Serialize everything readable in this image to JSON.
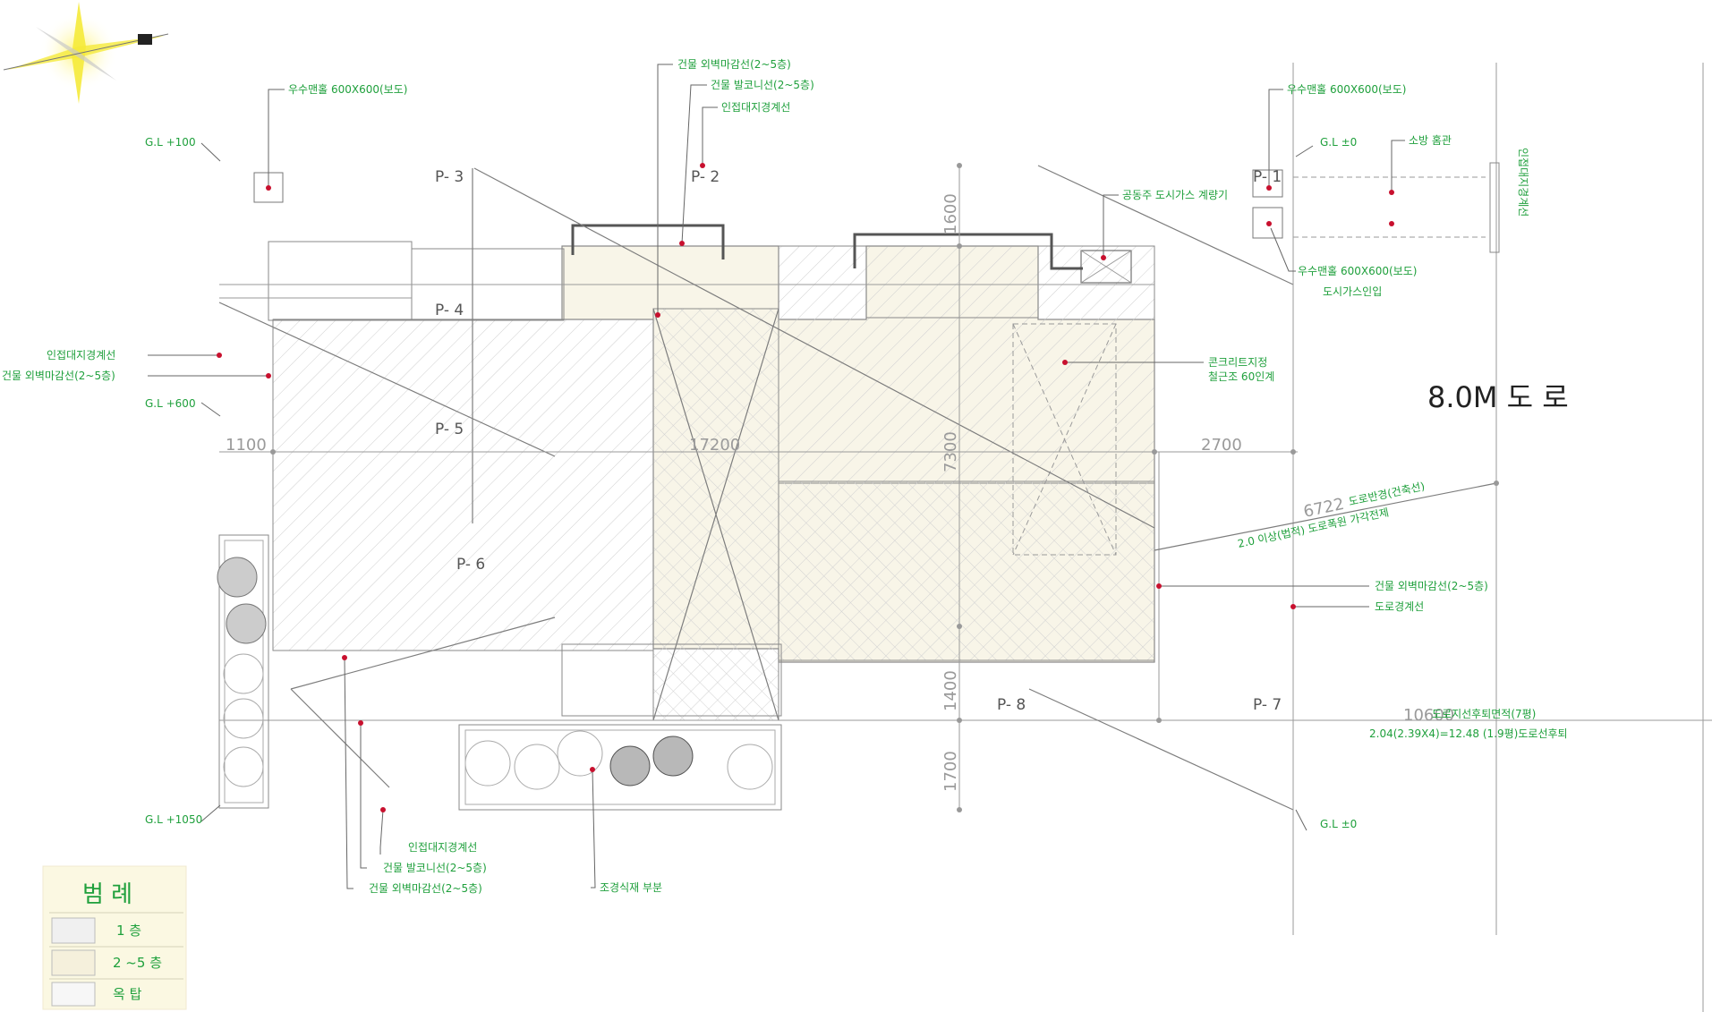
{
  "road_label": "8.0M 도 로",
  "plan_labels": [
    "P- 3",
    "P- 2",
    "P- 1",
    "P- 4",
    "P- 5",
    "P- 6",
    "P- 8",
    "P- 7"
  ],
  "dimensions": {
    "left": "1100",
    "middle": "17200",
    "right": "2700",
    "v_top": "1600",
    "v_mid": "7300",
    "v_low": "1400",
    "v_bottom": "1700",
    "diag": "6722",
    "bottom_right": "10600"
  },
  "annotations": {
    "top_left_catch": "우수맨홀 600X600(보도)",
    "top1": "건물 외벽마감선(2~5층)",
    "top2": "건물 발코니선(2~5층)",
    "top3": "인접대지경계선",
    "top_right_catch": "우수맨홀 600X600(보도)",
    "top_right_gas": "소방 홈관",
    "mid_gas_box": "공동주 도시가스 계량기",
    "right_catch2": "우수맨홀 600X600(보도)",
    "right_gas_pipe": "도시가스인입",
    "left1": "인접대지경계선",
    "left2": "건물 외벽마감선(2~5층)",
    "concrete": "콘크리트지정",
    "concrete2": "철근조 60인계",
    "diag_note1": "도로반경(건축선)",
    "diag_note2": "2.0 이상(법적) 도로폭원 가각전제",
    "right_wall": "건물 외벽마감선(2~5층)",
    "right_boundary": "도로경계선",
    "bottom_right1": "도로지선후퇴면적(7평)",
    "bottom_right2": "2.04(2.39X4)=12.48 (1.9평)도로선후퇴",
    "bottom1": "인접대지경계선",
    "bottom2": "건물 발코니선(2~5층)",
    "bottom3": "건물 외벽마감선(2~5층)",
    "planting": "조경식재 부분",
    "gl_top_left": "G.L +100",
    "gl_mid_left": "G.L +600",
    "gl_bottom_left": "G.L +1050",
    "gl_top_right": "G.L ±0",
    "gl_bottom_right": "G.L ±0",
    "side_vertical": "인접대지경계선"
  },
  "legend": {
    "title": "범 례",
    "items": [
      "1 층",
      "2 ~5 층",
      "옥 탑"
    ]
  },
  "colors": {
    "annotation_green": "#1fa03c",
    "marker_red": "#c8102e",
    "floor2_fill": "#f3eedc",
    "floor1_fill": "#f0f0f0",
    "legend_bg": "#fbf8e2"
  }
}
